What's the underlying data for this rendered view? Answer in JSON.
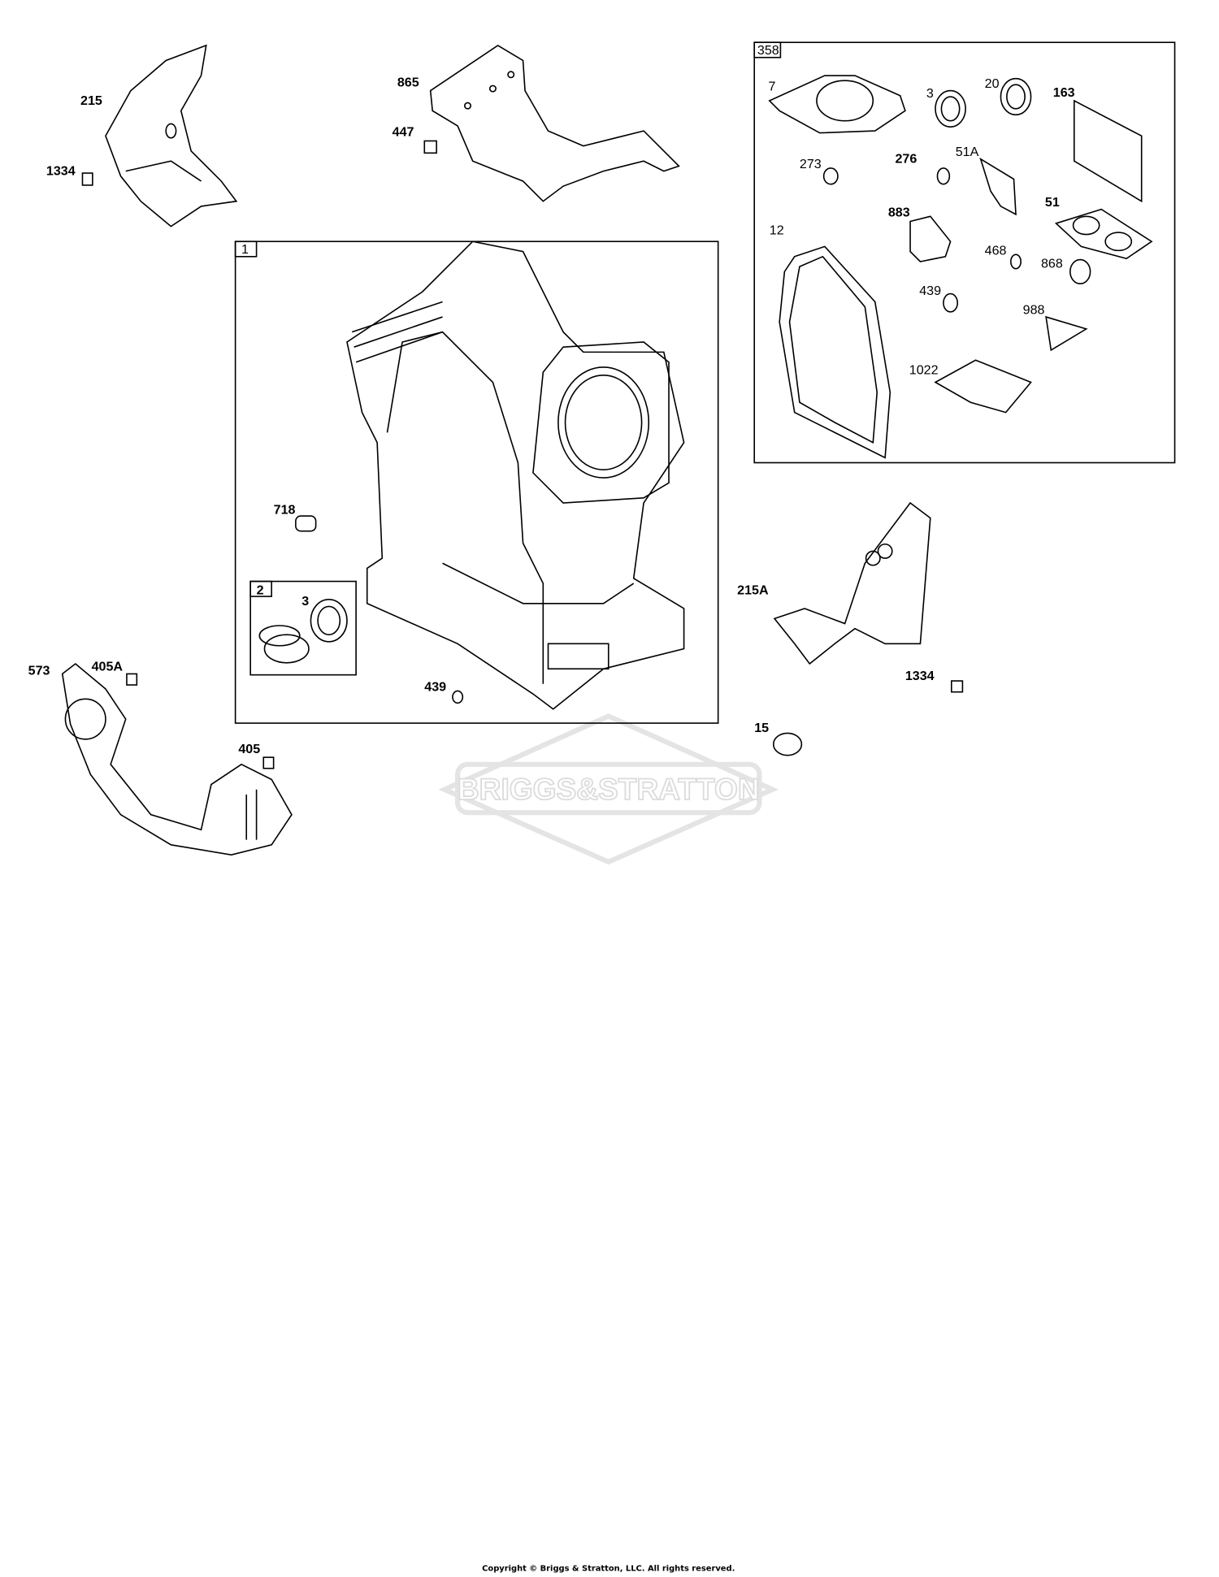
{
  "watermark": "BRIGGS&STRATTON",
  "copyright": "Copyright © Briggs & Stratton, LLC. All rights reserved.",
  "boxes": {
    "crankcase": "1",
    "bearing": "2",
    "gasket_set": "358"
  },
  "labels": {
    "l215": "215",
    "l1334a": "1334",
    "l865": "865",
    "l447": "447",
    "l718": "718",
    "l3a": "3",
    "l439a": "439",
    "l573": "573",
    "l405A": "405A",
    "l405": "405",
    "l215A": "215A",
    "l1334b": "1334",
    "l15": "15",
    "l7": "7",
    "l3b": "3",
    "l20": "20",
    "l163": "163",
    "l273": "273",
    "l276": "276",
    "l51A": "51A",
    "l883": "883",
    "l51": "51",
    "l12": "12",
    "l468": "468",
    "l868": "868",
    "l439b": "439",
    "l988": "988",
    "l1022": "1022"
  }
}
